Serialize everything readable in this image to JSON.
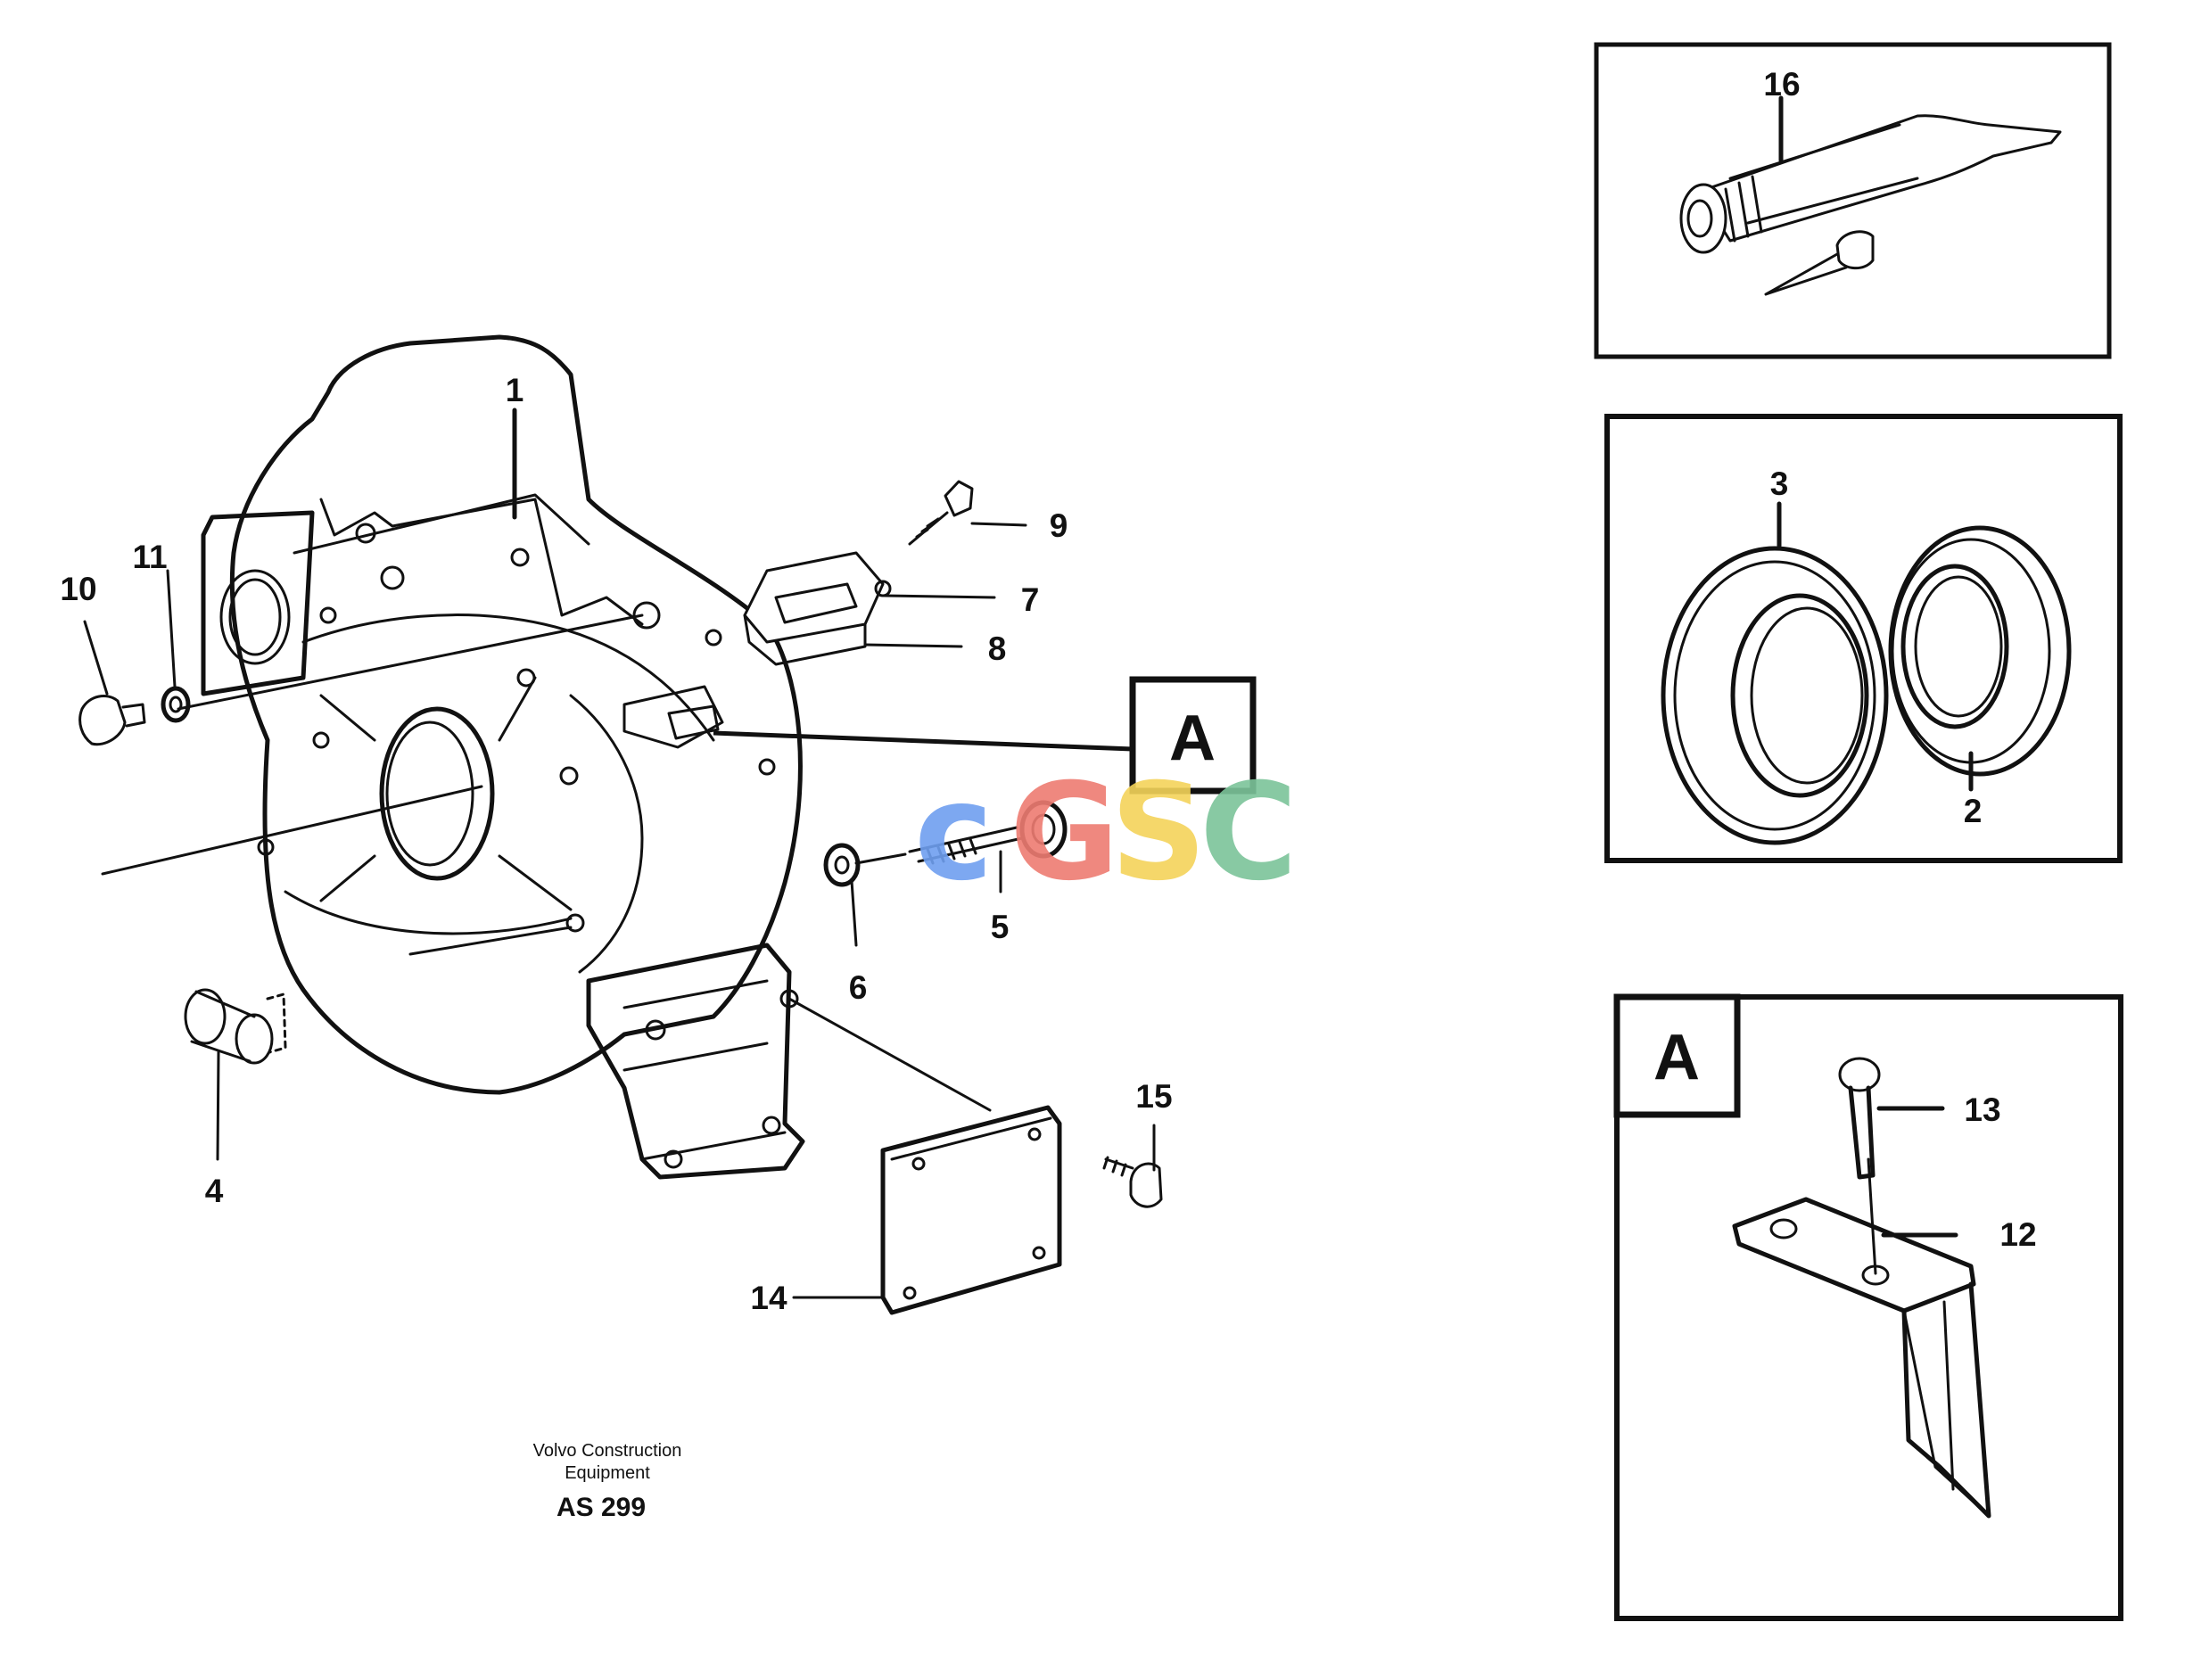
{
  "callouts": {
    "n1": "1",
    "n2": "2",
    "n3": "3",
    "n4": "4",
    "n5": "5",
    "n6": "6",
    "n7": "7",
    "n8": "8",
    "n9": "9",
    "n10": "10",
    "n11": "11",
    "n12": "12",
    "n13": "13",
    "n14": "14",
    "n15": "15",
    "n16": "16"
  },
  "detail_label": "A",
  "detail_panel_label": "A",
  "caption": {
    "line1": "Volvo Construction",
    "line2": "Equipment",
    "code": "AS 299"
  },
  "watermark": {
    "letters": [
      "c",
      "G",
      "S",
      "C"
    ],
    "colors": [
      "#6f9ff0",
      "#ee7c72",
      "#f4d35a",
      "#7cc49a"
    ]
  }
}
